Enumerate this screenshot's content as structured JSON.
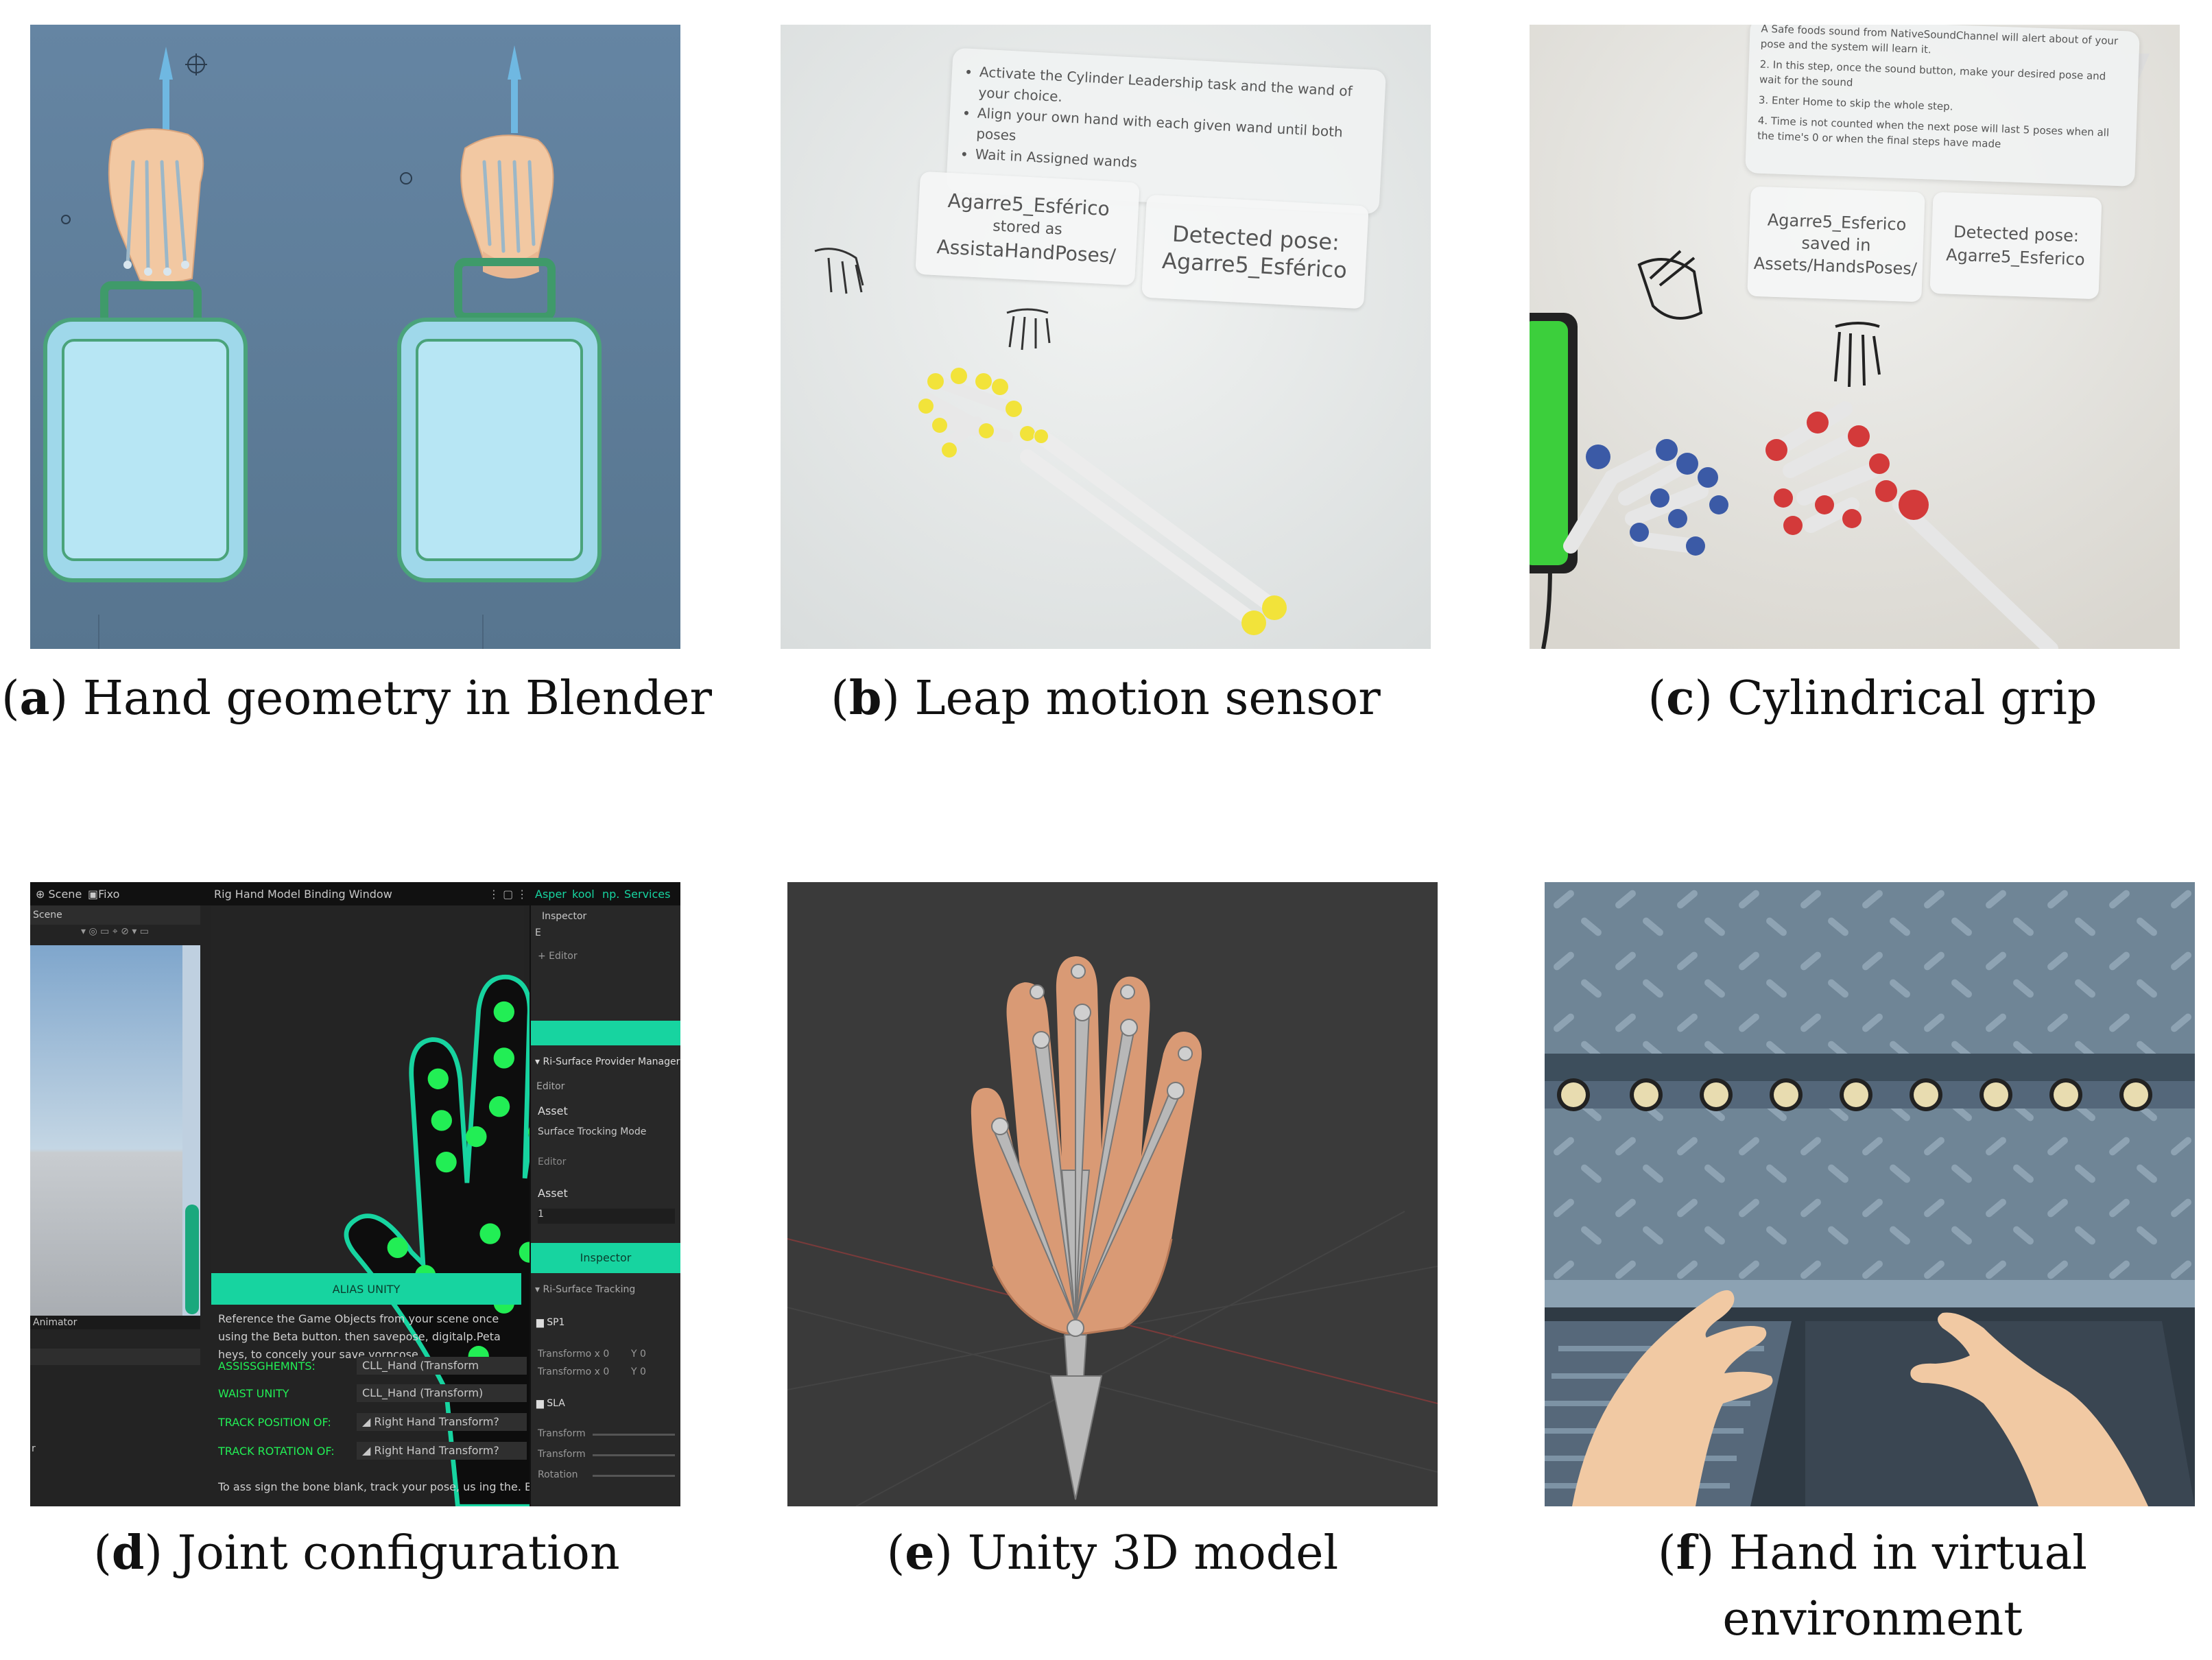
{
  "panels": [
    {
      "letter": "a",
      "caption": "Hand geometry in Blender"
    },
    {
      "letter": "b",
      "caption": "Leap motion sensor",
      "hud_bullets": [
        "Activate the Cylinder Leadership task and the wand of your choice.",
        "Align your own hand with each given wand until both poses",
        "Wait in Assigned wands"
      ],
      "stored_box": {
        "name": "Agarre5_Esférico",
        "line2": "stored as",
        "line3": "AssistaHandPoses/"
      },
      "detected_box": {
        "label": "Detected pose:",
        "value": "Agarre5_Esférico"
      }
    },
    {
      "letter": "c",
      "caption": "Cylindrical grip",
      "hud_lines": [
        "A Safe foods sound from NativeSoundChannel will alert about of your pose and the system will learn it.",
        "2. In this step, once the sound button, make your desired pose and wait for the sound",
        "3. Enter Home to skip the whole step.",
        "4. Time is not counted when the next pose will last 5 poses when all the time's 0 or when the final steps have made"
      ],
      "saved_box": {
        "name": "Agarre5_Esferico",
        "line2": "saved in",
        "line3": "Assets/HandsPoses/"
      },
      "detected_box": {
        "label": "Detected pose:",
        "value": "Agarre5_Esferico"
      }
    },
    {
      "letter": "d",
      "caption": "Joint configuration",
      "tabs": {
        "scene": "Scene",
        "fixed": "Fixo",
        "scene_sub": "Scene",
        "window_title": "Rig Hand Model Binding Window",
        "aspect": "Asper",
        "tool": "kool",
        "np": "np.",
        "services": "Services"
      },
      "inspector": {
        "title": "Inspector",
        "e_label": "E",
        "editor": "+ Editor",
        "provider": "Ri-Surface Provider Manager",
        "editor2": "Editor",
        "asset": "Asset",
        "tracking_mode": "Surface Trocking Mode",
        "editor3": "Editor",
        "asset2": "Asset",
        "asset_value": "1",
        "inspector_btn": "Inspector",
        "tracking": "Ri-Surface Tracking",
        "sp1": "SP1",
        "transform_x1": "Transformo x 0",
        "y1": "Y",
        "y1v": "0",
        "transform_x2": "Transformo x 0",
        "y2": "Y",
        "y2v": "0",
        "sla": "SLA",
        "t1": "Transform",
        "t2": "Transform",
        "t3": "Rotation"
      },
      "green_bar_label": "ALIAS UNITY",
      "description": "Reference the Game Objects from your scene once using the Beta button. then savepose, digitalp.Peta heys, to concely your save yorpcose.",
      "animator": "Animator",
      "left_r": "r",
      "fields": [
        {
          "label": "ASSISSGHEMNTS:",
          "value": "CLL_Hand (Transform"
        },
        {
          "label": "WAIST UNITY",
          "value": "CLL_Hand (Transform)"
        },
        {
          "label": "TRACK POSITION OF:",
          "value": "Right Hand Transform?"
        },
        {
          "label": "TRACK ROTATION OF:",
          "value": "Right Hand Transform?"
        }
      ],
      "footer": "To ass sign the bone blank, track your pose, us ing the. Beta button."
    },
    {
      "letter": "e",
      "caption": "Unity 3D model"
    },
    {
      "letter": "f",
      "caption": "Hand in virtual environment"
    }
  ],
  "colors": {
    "blender_bg": "#5f7e9d",
    "case_blue": "#9fd8ea",
    "case_green": "#3f9a6a",
    "skin": "#f0c49c",
    "unity_green": "#17d4a0",
    "dark_ui": "#232323",
    "joint_green": "#22ee55",
    "blue_ball": "#3b5aa6",
    "red_ball": "#d33a3a",
    "yellow_ball": "#f2e33a"
  }
}
